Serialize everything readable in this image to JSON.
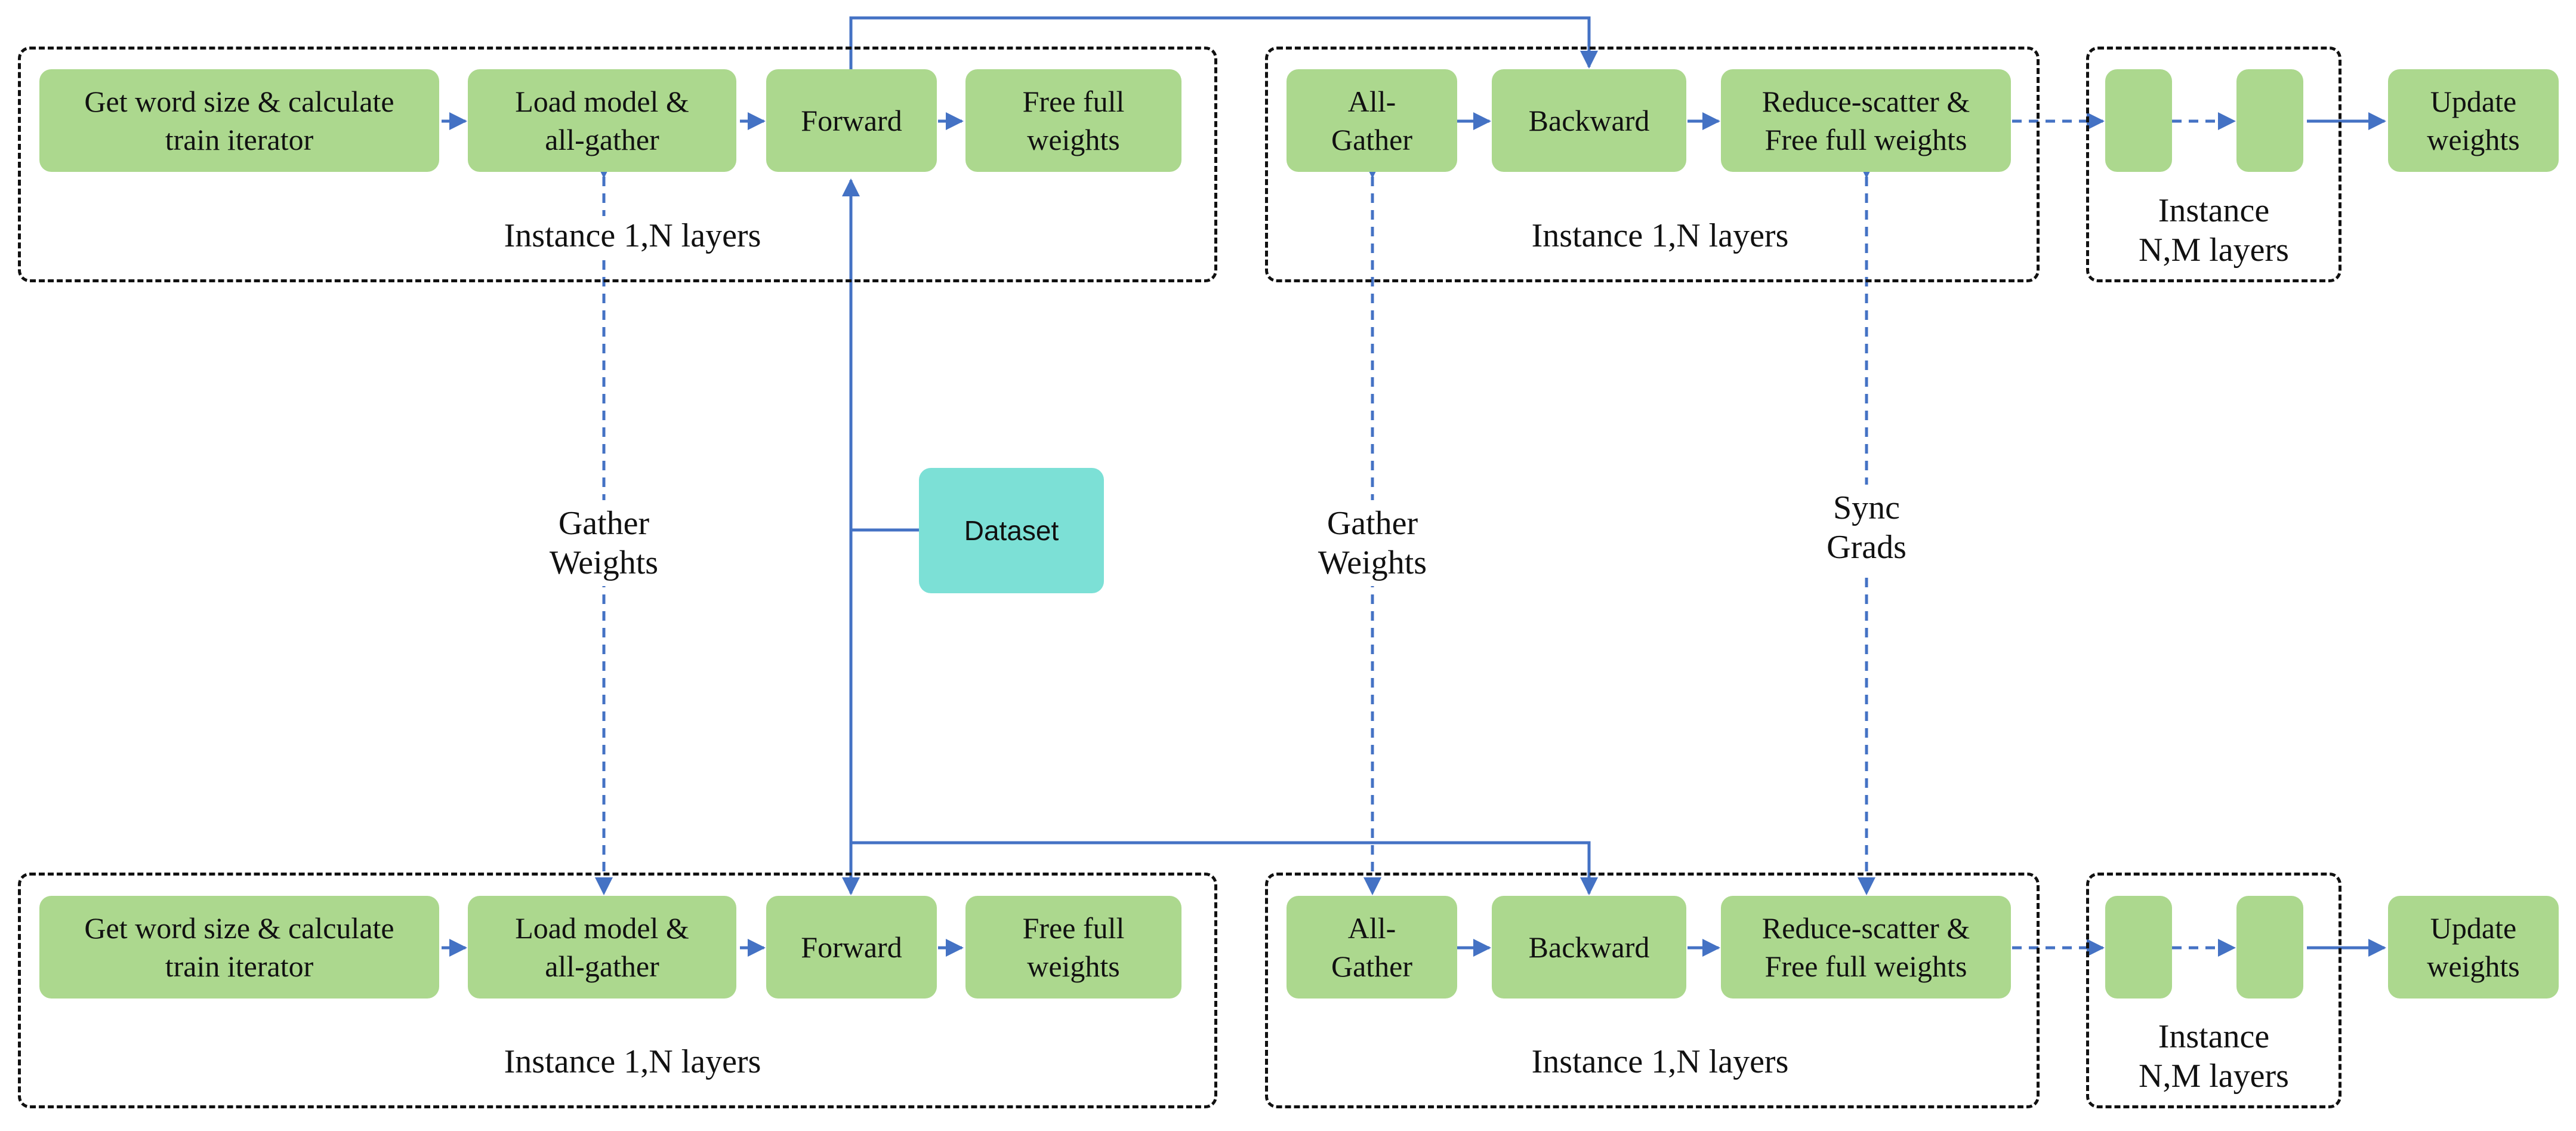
{
  "colors": {
    "node": "#acd88e",
    "dataset": "#7ce0d6",
    "arrow": "#4472c4",
    "border": "#111111"
  },
  "row_top": {
    "group1_label": "Instance 1,N layers",
    "group2_label": "Instance 1,N layers",
    "group3_label_l1": "Instance",
    "group3_label_l2": "N,M layers",
    "get_word_l1": "Get word size & calculate",
    "get_word_l2": "train iterator",
    "load_model_l1": "Load model &",
    "load_model_l2": "all-gather",
    "forward": "Forward",
    "free_full_l1": "Free full",
    "free_full_l2": "weights",
    "all_gather_l1": "All-",
    "all_gather_l2": "Gather",
    "backward": "Backward",
    "reduce_l1": "Reduce-scatter &",
    "reduce_l2": "Free full weights",
    "update_l1": "Update",
    "update_l2": "weights"
  },
  "row_bottom": {
    "group1_label": "Instance 1,N layers",
    "group2_label": "Instance 1,N layers",
    "group3_label_l1": "Instance",
    "group3_label_l2": "N,M layers",
    "get_word_l1": "Get word size & calculate",
    "get_word_l2": "train iterator",
    "load_model_l1": "Load model &",
    "load_model_l2": "all-gather",
    "forward": "Forward",
    "free_full_l1": "Free full",
    "free_full_l2": "weights",
    "all_gather_l1": "All-",
    "all_gather_l2": "Gather",
    "backward": "Backward",
    "reduce_l1": "Reduce-scatter &",
    "reduce_l2": "Free full weights",
    "update_l1": "Update",
    "update_l2": "weights"
  },
  "middle": {
    "dataset": "Dataset",
    "gather1_l1": "Gather",
    "gather1_l2": "Weights",
    "gather2_l1": "Gather",
    "gather2_l2": "Weights",
    "sync_l1": "Sync",
    "sync_l2": "Grads"
  }
}
